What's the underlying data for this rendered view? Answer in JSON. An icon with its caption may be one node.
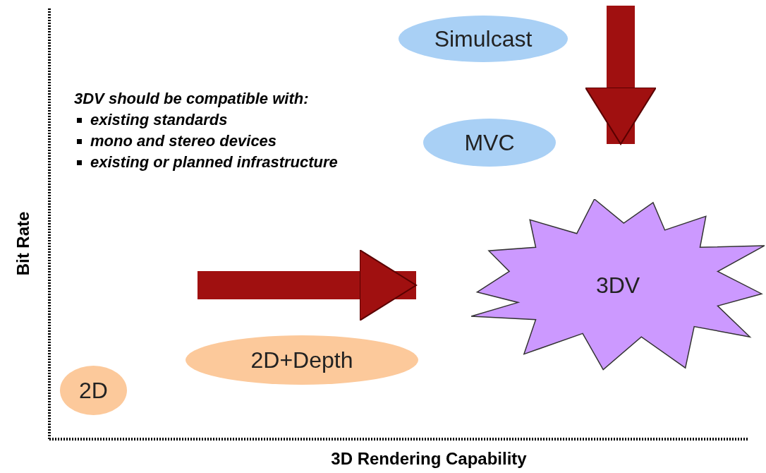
{
  "diagram": {
    "nodes": [
      {
        "text": [
          "Simulcast"
        ]
      },
      {
        "text": [
          "MVC"
        ]
      },
      {
        "text": [
          "3DV"
        ]
      },
      {
        "text": [
          "2D+Depth"
        ]
      },
      {
        "text": [
          "2D"
        ]
      }
    ],
    "edges": [
      {
        "from": null,
        "to": 2,
        "arrow": "to"
      },
      {
        "from": null,
        "to": 2,
        "arrow": "to"
      }
    ],
    "labels": [
      "3DV should be compatible with:",
      "existing standards",
      "mono and stereo devices",
      "existing or planned infrastructure",
      "Bit Rate",
      "3D Rendering Capability"
    ]
  }
}
